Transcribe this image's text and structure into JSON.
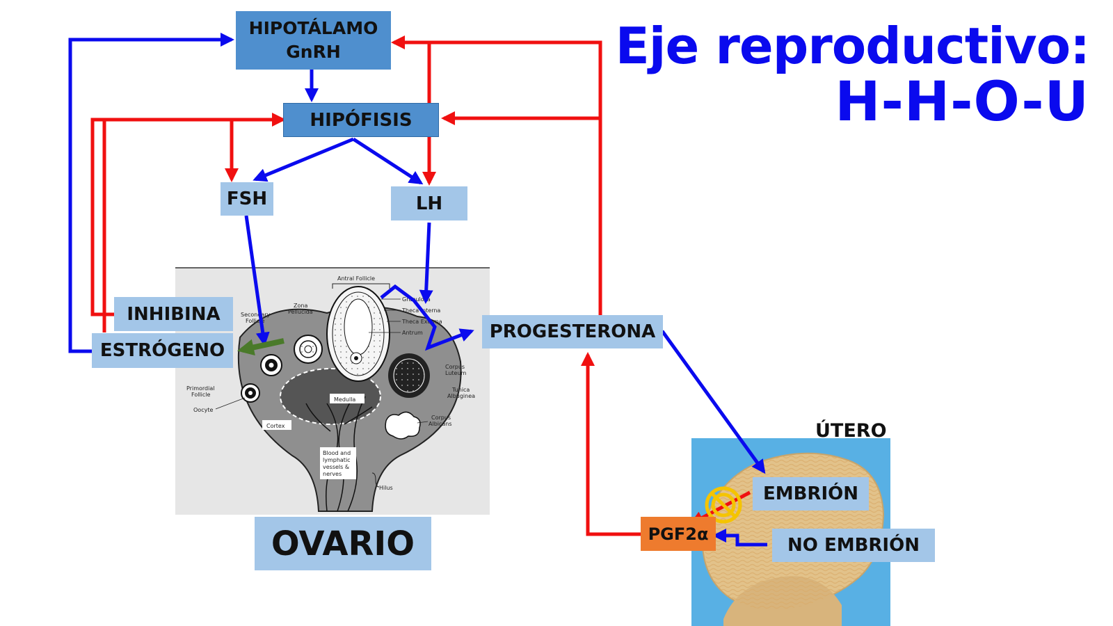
{
  "title": {
    "line1": "Eje reproductivo:",
    "line2": "H-H-O-U"
  },
  "boxes": {
    "hipotalamo_line1": "HIPOTÁLAMO",
    "hipotalamo_line2": "GnRH",
    "hipofisis": "HIPÓFISIS",
    "fsh": "FSH",
    "lh": "LH",
    "inhibina": "INHIBINA",
    "estrogeno": "ESTRÓGENO",
    "progesterona": "PROGESTERONA",
    "ovario": "OVARIO",
    "embrion": "EMBRIÓN",
    "no_embrion": "NO EMBRIÓN",
    "pgf2a": "PGF2α"
  },
  "utero_label": "ÚTERO",
  "ovary_figure": {
    "antral_follicle": "Antral Follicle",
    "granulosa": "Granulosa",
    "theca_interna": "Theca Interna",
    "theca_externa": "Theca Externa",
    "antrum": "Antrum",
    "zona_pellucida_1": "Zona",
    "zona_pellucida_2": "Pellucida",
    "secondary_follicle_1": "Secondary",
    "secondary_follicle_2": "Follicle",
    "primordial_follicle_1": "Primordial",
    "primordial_follicle_2": "Follicle",
    "oocyte": "Oocyte",
    "medulla": "Medulla",
    "cortex": "Cortex",
    "corpus_luteum_1": "Corpus",
    "corpus_luteum_2": "Luteum",
    "tunica_albuginea_1": "Tunica",
    "tunica_albuginea_2": "Albuginea",
    "corpus_albicans_1": "Corpus",
    "corpus_albicans_2": "Albicans",
    "vessels_1": "Blood and",
    "vessels_2": "lymphatic",
    "vessels_3": "vessels &",
    "vessels_4": "nerves",
    "hilus": "Hilus"
  },
  "colors": {
    "stimulate": "#0a0aee",
    "feedback": "#f01010",
    "green_arrow": "#4a7a2a",
    "box_dark": "#4f8fce",
    "box_light": "#a3c6e8",
    "box_orange": "#ee7b2e",
    "uterus_bg": "#58b0e4"
  }
}
